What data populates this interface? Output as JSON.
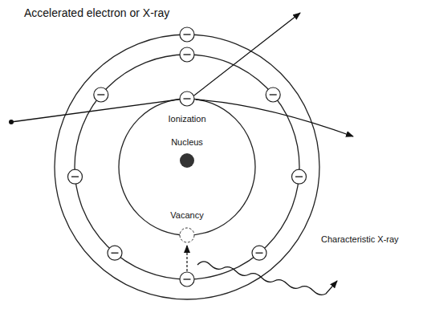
{
  "diagram": {
    "labels": [
      "Accelerated electron or X-ray",
      "Ionization",
      "Nucleus",
      "Vacancy",
      "Characteristic X-ray"
    ]
  }
}
